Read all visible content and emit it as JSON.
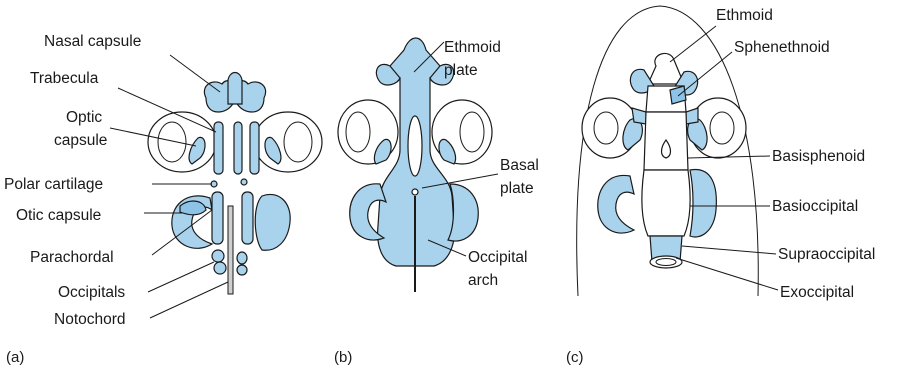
{
  "panels": {
    "a": {
      "panel_label": "(a)",
      "labels": {
        "nasal_capsule": "Nasal capsule",
        "trabecula": "Trabecula",
        "optic_line1": "Optic",
        "optic_line2": "capsule",
        "polar_cartilage": "Polar cartilage",
        "otic_capsule": "Otic capsule",
        "parachordal": "Parachordal",
        "occipitals": "Occipitals",
        "notochord": "Notochord"
      }
    },
    "b": {
      "panel_label": "(b)",
      "labels": {
        "ethmoid_line1": "Ethmoid",
        "ethmoid_line2": "plate",
        "basal_line1": "Basal",
        "basal_line2": "plate",
        "occipital_line1": "Occipital",
        "occipital_line2": "arch"
      }
    },
    "c": {
      "panel_label": "(c)",
      "labels": {
        "ethmoid": "Ethmoid",
        "sphenethmoid": "Sphenethnoid",
        "basisphenoid": "Basisphenoid",
        "basioccipital": "Basioccipital",
        "supraoccipital": "Supraoccipital",
        "exoccipital": "Exoccipital"
      }
    }
  },
  "colors": {
    "cartilage_blue": "#a9d3ec",
    "bone_white": "#ffffff",
    "outline": "#1a1a1a"
  }
}
